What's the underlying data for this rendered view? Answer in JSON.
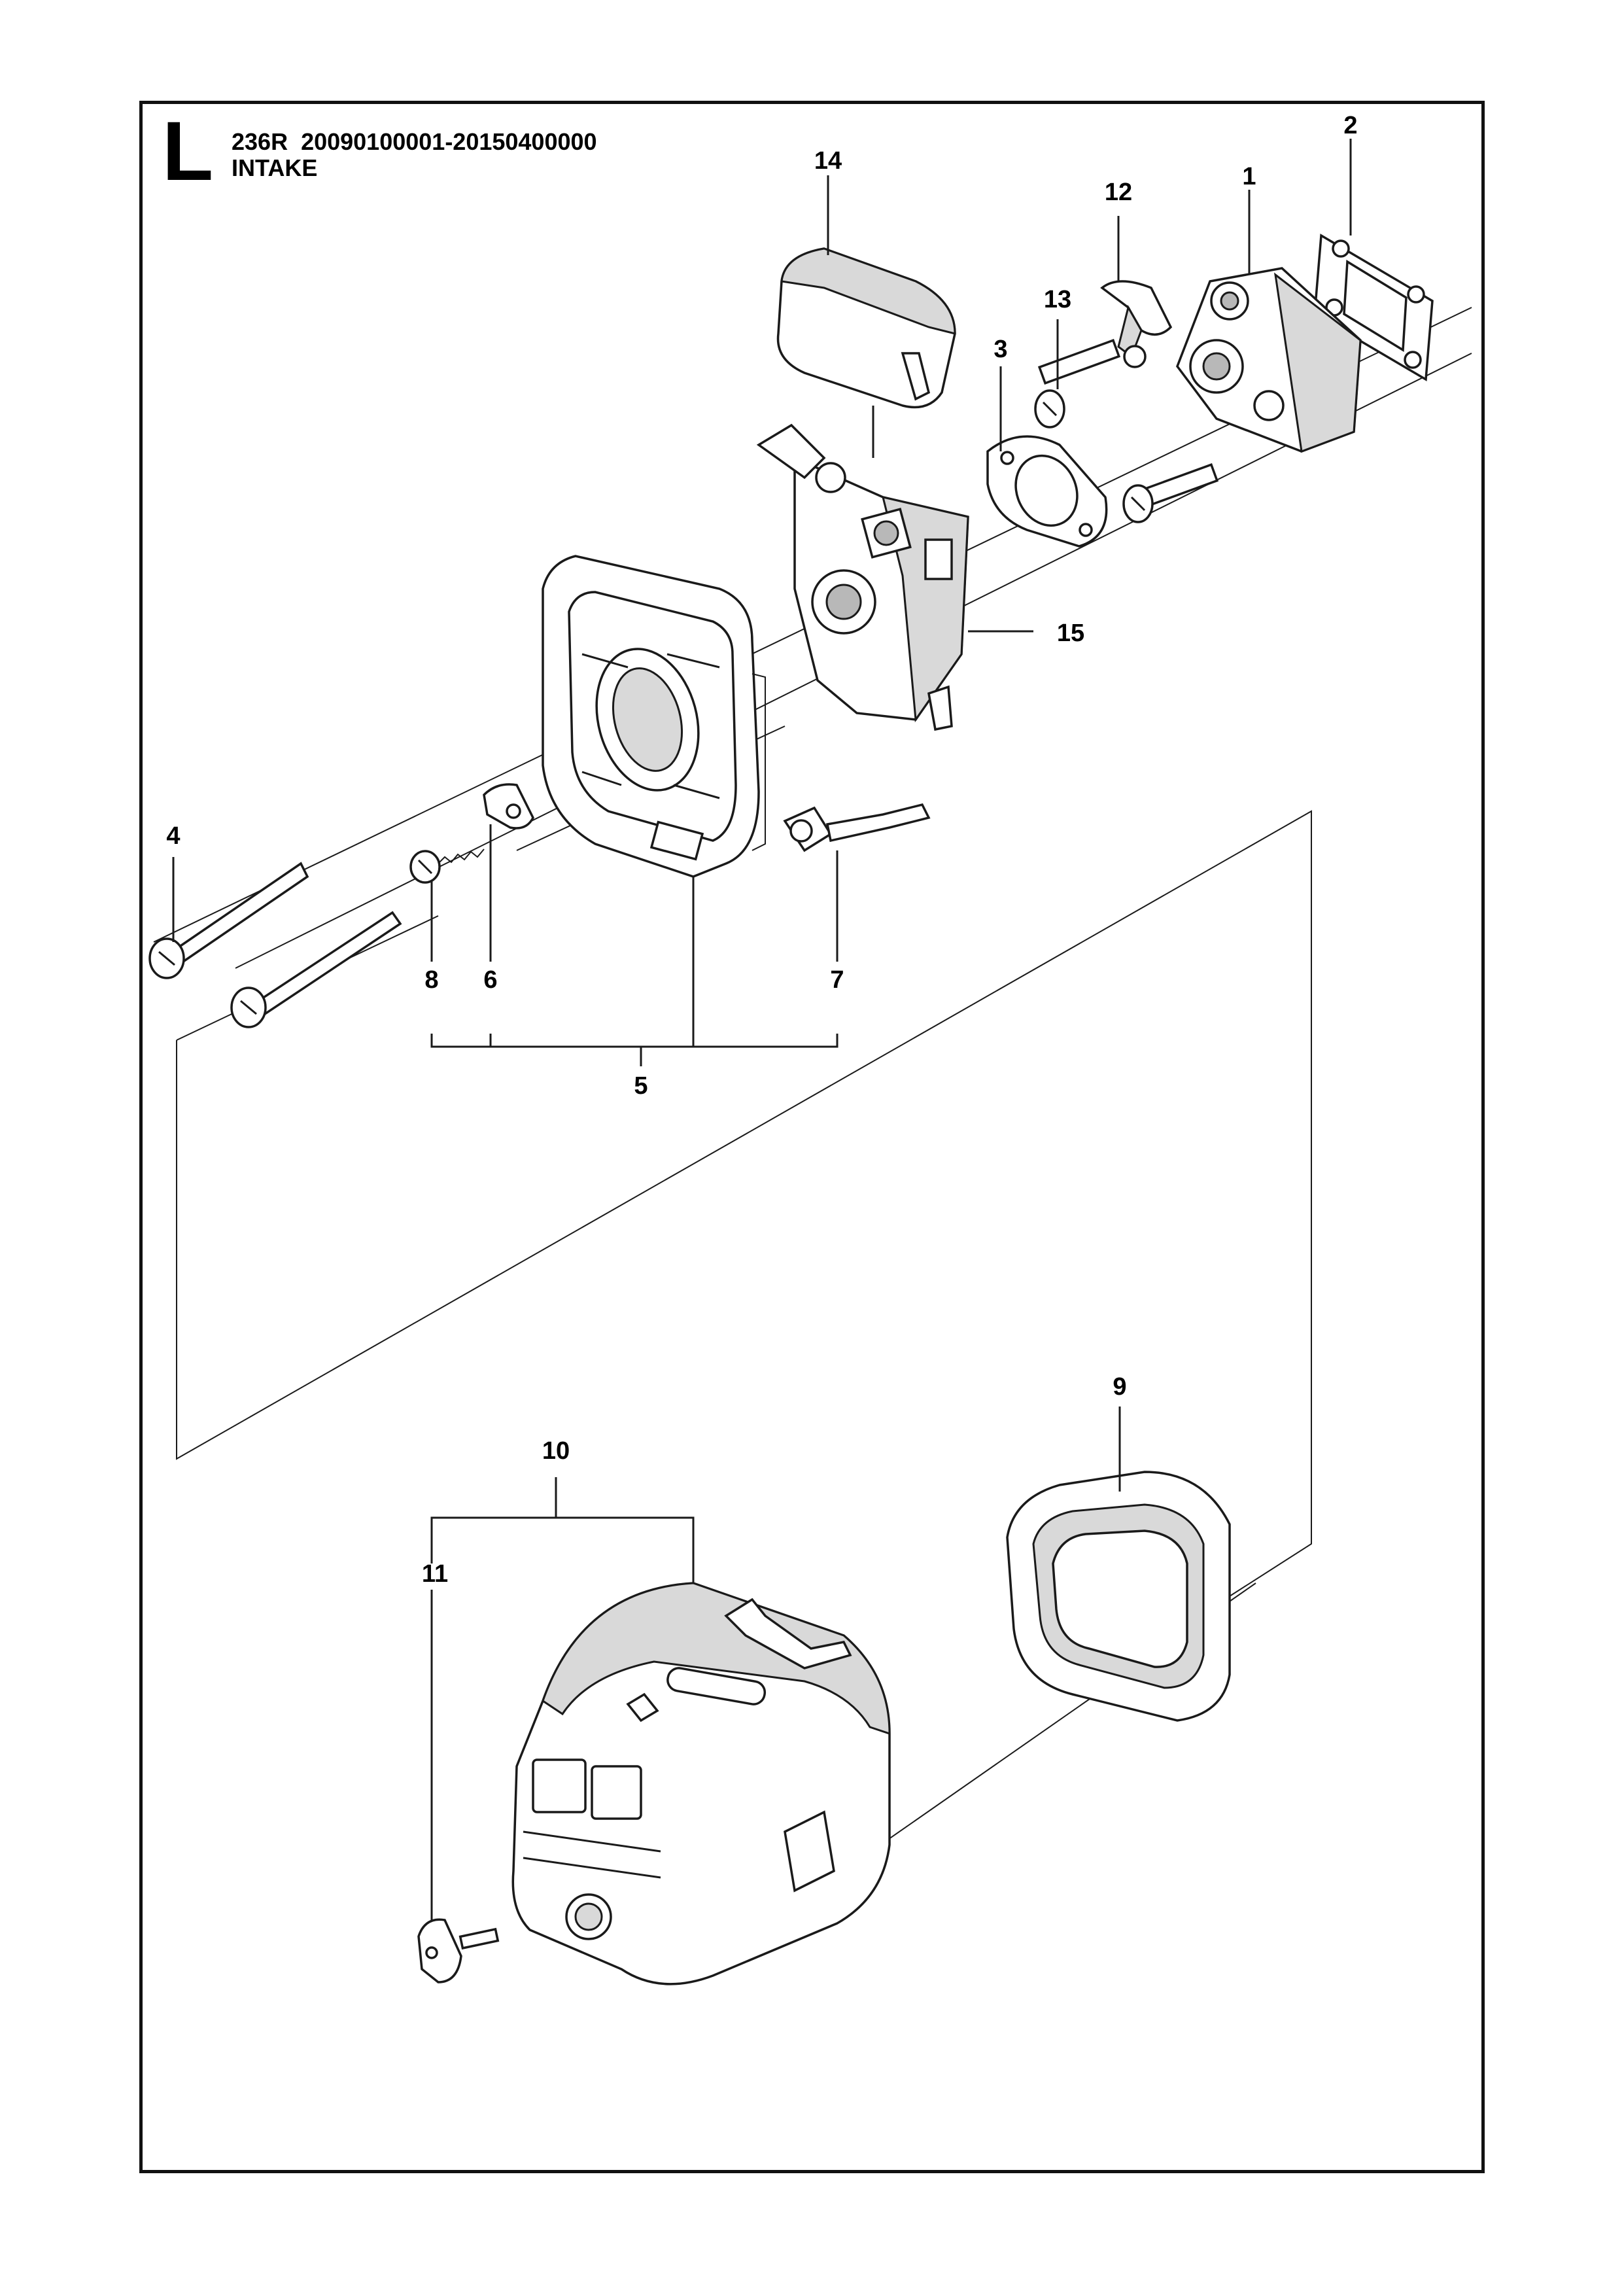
{
  "header": {
    "section_letter": "L",
    "model": "236R",
    "serial_range": "20090100001-20150400000",
    "section_name": "INTAKE"
  },
  "callouts": [
    {
      "id": "1",
      "label": "1"
    },
    {
      "id": "2",
      "label": "2"
    },
    {
      "id": "3",
      "label": "3"
    },
    {
      "id": "4",
      "label": "4"
    },
    {
      "id": "5",
      "label": "5"
    },
    {
      "id": "6",
      "label": "6"
    },
    {
      "id": "7",
      "label": "7"
    },
    {
      "id": "8",
      "label": "8"
    },
    {
      "id": "9",
      "label": "9"
    },
    {
      "id": "10",
      "label": "10"
    },
    {
      "id": "11",
      "label": "11"
    },
    {
      "id": "12",
      "label": "12"
    },
    {
      "id": "13",
      "label": "13"
    },
    {
      "id": "14",
      "label": "14"
    },
    {
      "id": "15",
      "label": "15"
    }
  ]
}
